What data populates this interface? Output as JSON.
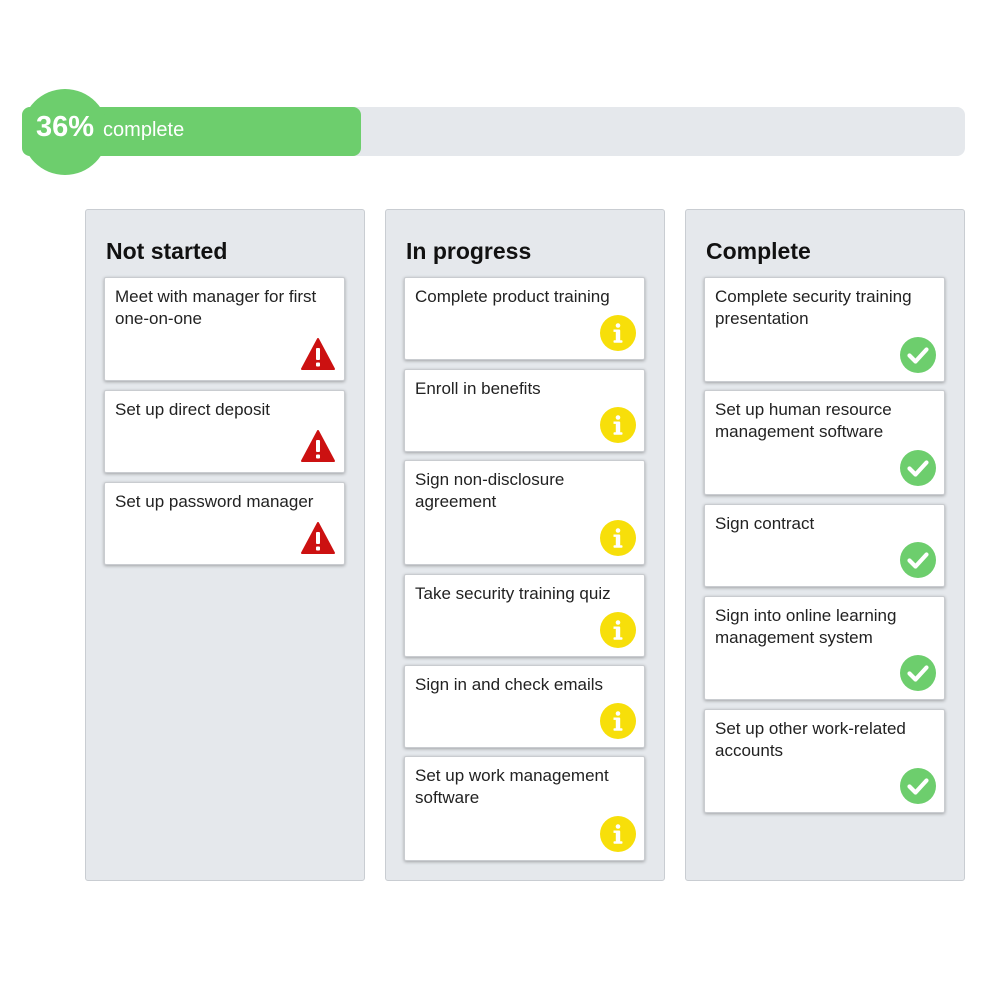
{
  "progress": {
    "percent_label": "36%",
    "word": "complete",
    "value": 0.36,
    "fill_color": "#6dce6d",
    "track_color": "#e5e8ec"
  },
  "colors": {
    "warning": "#cc1111",
    "info": "#f7df0a",
    "success": "#6dce6d"
  },
  "columns": [
    {
      "title": "Not started",
      "status_icon": "warning-icon",
      "cards": [
        {
          "text": "Meet with manager for first one-on-one"
        },
        {
          "text": "Set up direct deposit"
        },
        {
          "text": "Set up password manager"
        }
      ]
    },
    {
      "title": "In progress",
      "status_icon": "info-icon",
      "cards": [
        {
          "text": "Complete product training"
        },
        {
          "text": "Enroll in benefits"
        },
        {
          "text": "Sign non-disclosure agreement"
        },
        {
          "text": "Take security training quiz"
        },
        {
          "text": "Sign in and check emails"
        },
        {
          "text": "Set up work management software"
        }
      ]
    },
    {
      "title": "Complete",
      "status_icon": "check-circle-icon",
      "cards": [
        {
          "text": "Complete security training presentation"
        },
        {
          "text": "Set up human resource management software"
        },
        {
          "text": "Sign contract"
        },
        {
          "text": "Sign into online learning management system"
        },
        {
          "text": "Set up other work-related accounts"
        }
      ]
    }
  ]
}
